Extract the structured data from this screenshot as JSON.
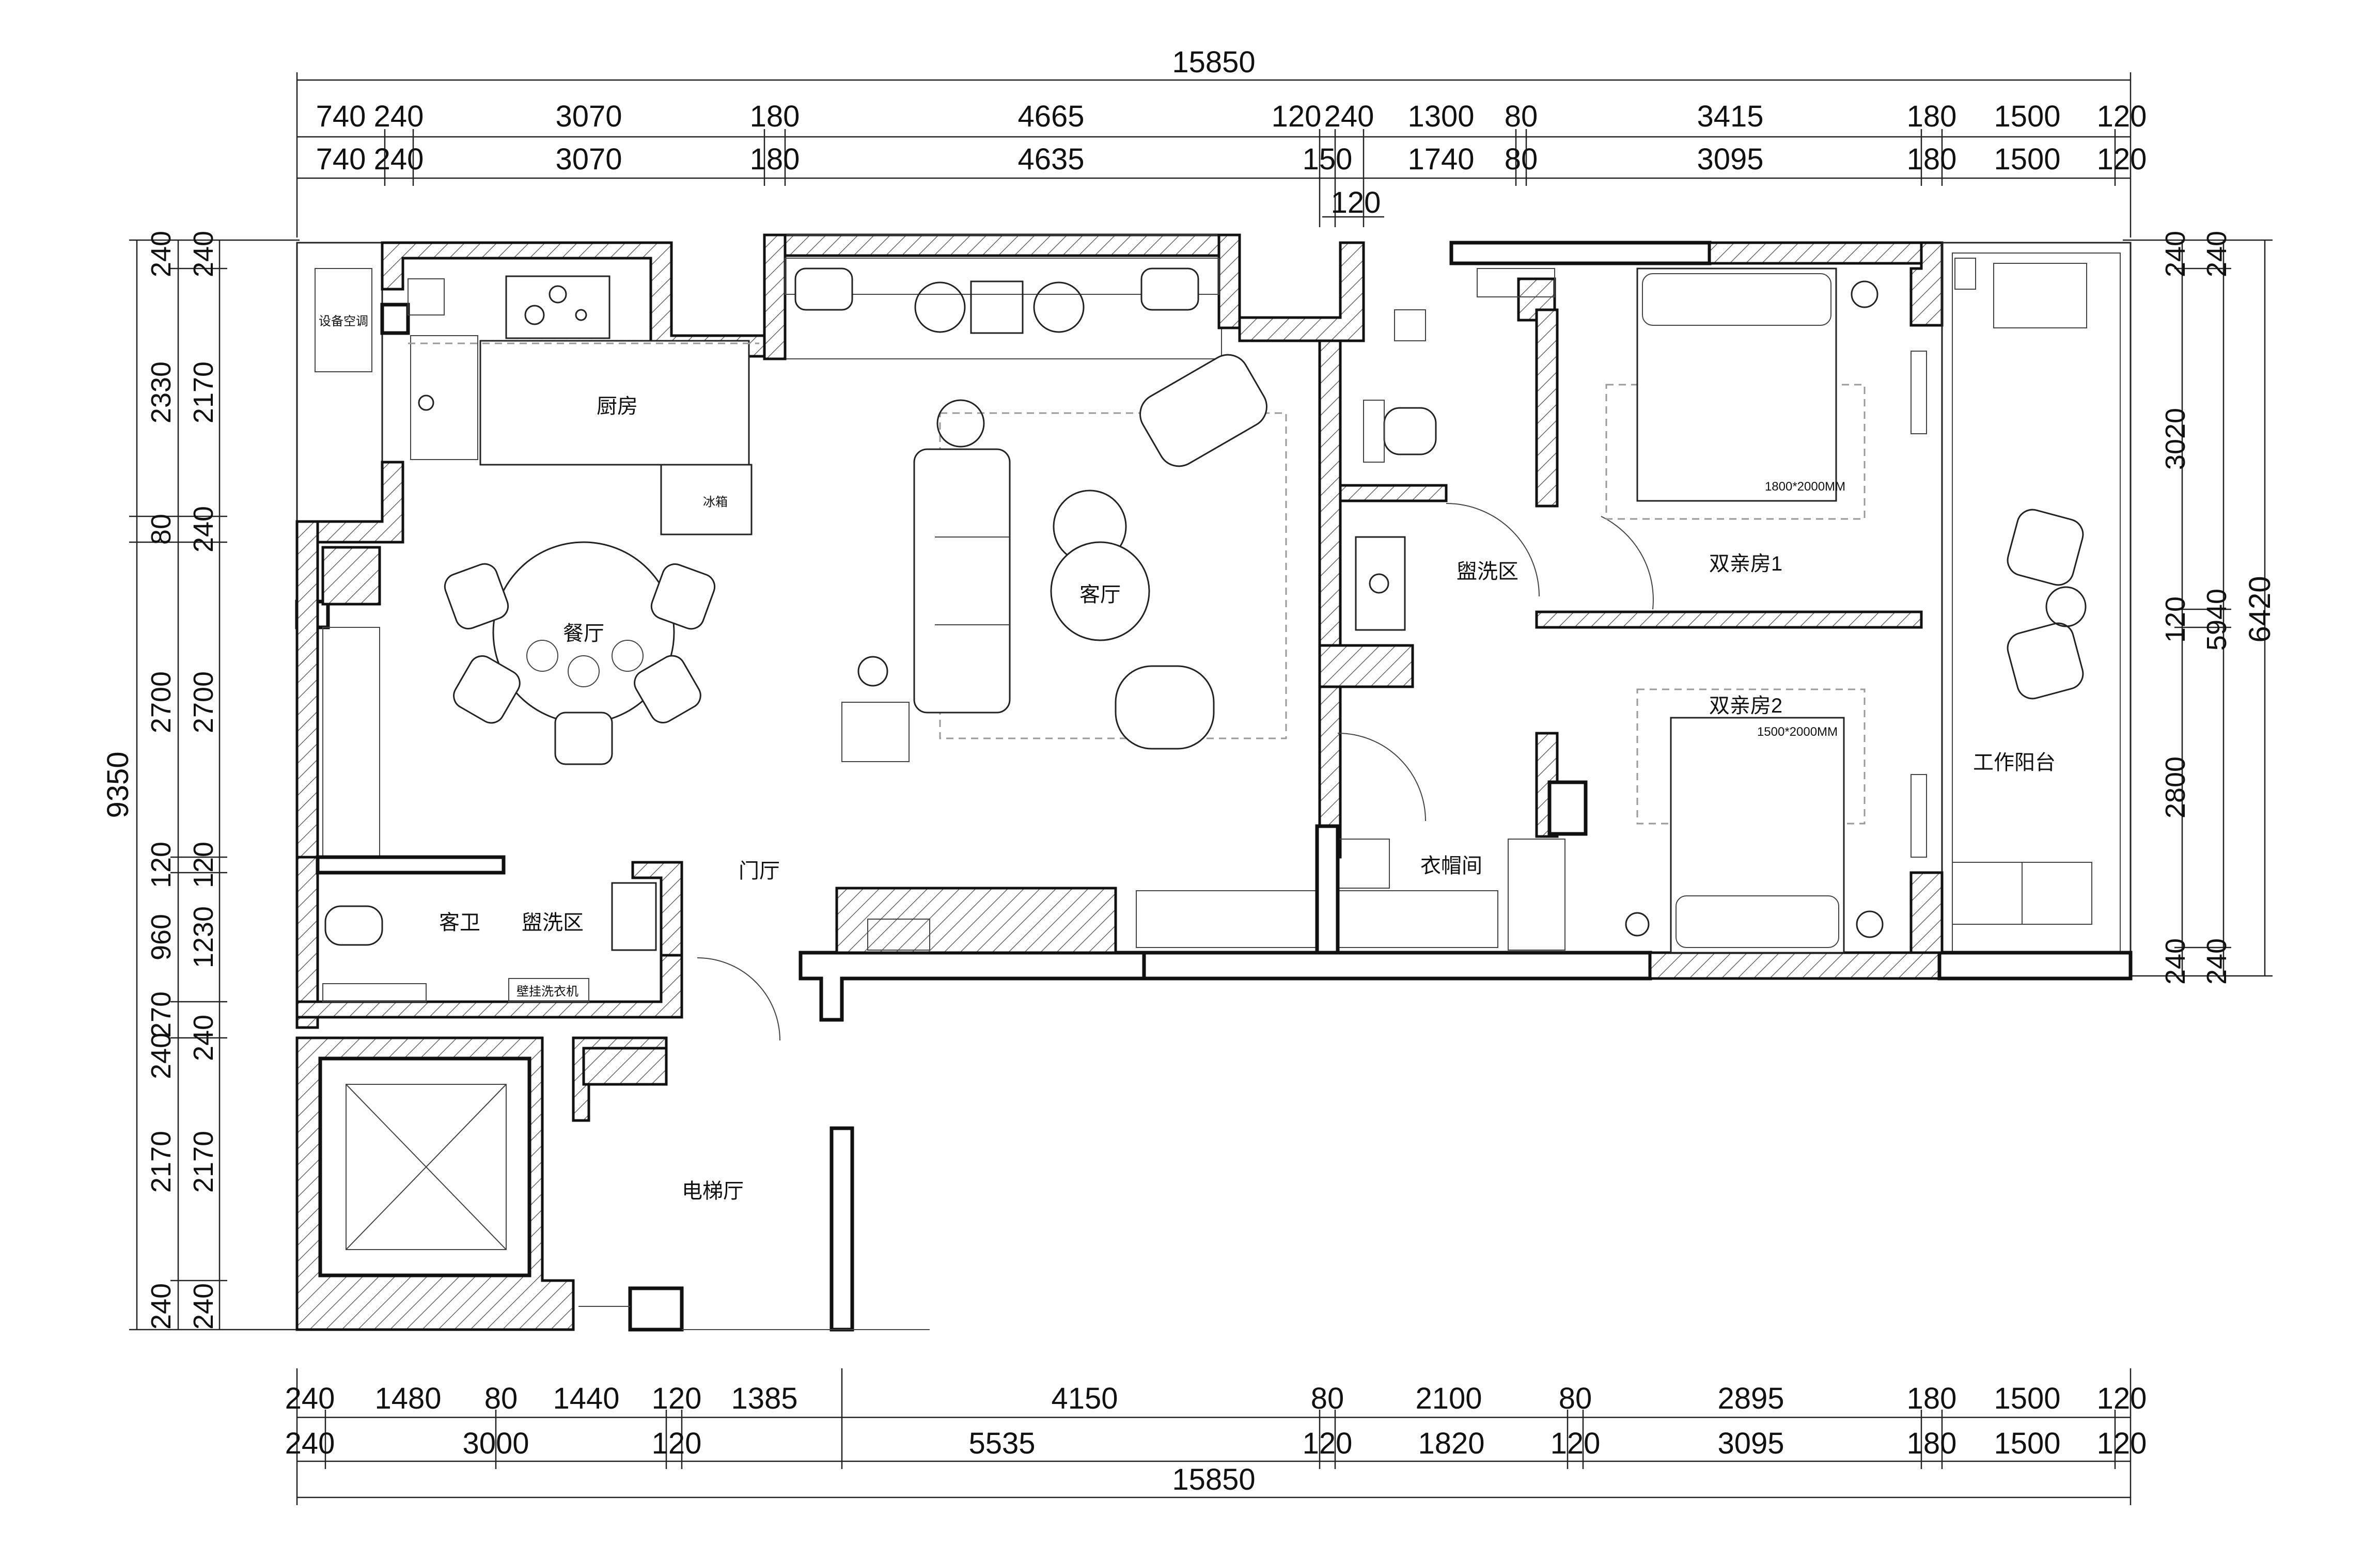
{
  "dimensions": {
    "top_total": "15850",
    "top_row1": [
      "740",
      "240",
      "3070",
      "180",
      "4665",
      "120",
      "240",
      "1300",
      "80",
      "3415",
      "180",
      "1500",
      "120"
    ],
    "top_row2": [
      "740",
      "240",
      "3070",
      "180",
      "4635",
      "150",
      "1740",
      "80",
      "3095",
      "180",
      "1500",
      "120"
    ],
    "top_extra": "120",
    "bottom_row1": [
      "240",
      "1480",
      "80",
      "1440",
      "120",
      "1385",
      "4150",
      "80",
      "2100",
      "80",
      "2895",
      "180",
      "1500",
      "120"
    ],
    "bottom_row2": [
      "240",
      "3000",
      "120",
      "5535",
      "120",
      "1820",
      "120",
      "3095",
      "180",
      "1500",
      "120"
    ],
    "bottom_total": "15850",
    "left_total": "9350",
    "left_outer": [
      "240",
      "2330",
      "80",
      "2700",
      "120",
      "960",
      "270",
      "240",
      "2170",
      "240"
    ],
    "left_inner": [
      "240",
      "2170",
      "240",
      "2700",
      "120",
      "1230",
      "240",
      "2170",
      "240"
    ],
    "right_inner": [
      "240",
      "3020",
      "120",
      "2800",
      "240"
    ],
    "right_mid": "5940",
    "right_total": "6420"
  },
  "rooms": {
    "equipment_ac": "设备空调",
    "kitchen": "厨房",
    "fridge": "冰箱",
    "dining": "餐厅",
    "living": "客厅",
    "foyer": "门厅",
    "guest_wc": "客卫",
    "wash_area_1": "盥洗区",
    "washer": "壁挂洗衣机",
    "elevator_hall": "电梯厅",
    "wash_area_2": "盥洗区",
    "cloakroom": "衣帽间",
    "bedroom_1": "双亲房1",
    "bedroom_2": "双亲房2",
    "bed_1_size": "1800*2000MM",
    "bed_2_size": "1500*2000MM",
    "work_balcony": "工作阳台"
  }
}
